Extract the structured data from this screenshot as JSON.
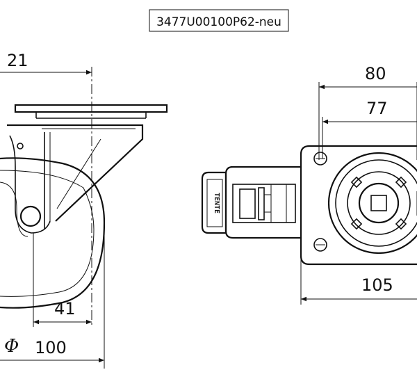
{
  "title_block": {
    "text": "3477U00100P62-neu"
  },
  "dimensions": {
    "offset": "21",
    "plate_width_outer": "80",
    "plate_width_inner": "77",
    "plate_length": "105",
    "wheel_half_width": "41",
    "wheel_diameter_symbol": "Φ",
    "wheel_diameter": "100"
  },
  "brake_label": "TENTE"
}
